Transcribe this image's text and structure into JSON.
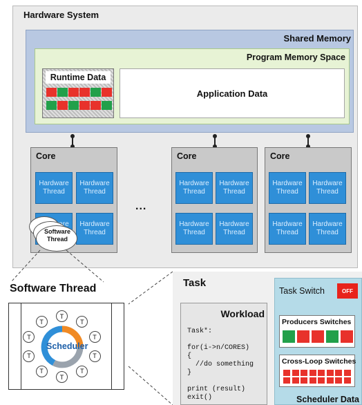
{
  "hardware_system": {
    "title": "Hardware System",
    "shared_memory": {
      "title": "Shared Memory",
      "program_memory_space": {
        "title": "Program Memory Space",
        "runtime_data": {
          "title": "Runtime Data",
          "cells": [
            [
              "#e8322b",
              "#22a04a",
              "#e8322b",
              "#e8322b",
              "#22a04a",
              "#e8322b"
            ],
            [
              "#22a04a",
              "#e8322b",
              "#22a04a",
              "#e8322b",
              "#e8322b",
              "#22a04a"
            ]
          ]
        },
        "application_data": "Application Data"
      }
    },
    "cores": [
      {
        "label": "Core",
        "threads": [
          "Hardware Thread",
          "Hardware Thread",
          "Hardware Thread",
          "Hardware Thread"
        ]
      },
      {
        "label": "Core",
        "threads": [
          "Hardware Thread",
          "Hardware Thread",
          "Hardware Thread",
          "Hardware Thread"
        ]
      },
      {
        "label": "Core",
        "threads": [
          "Hardware Thread",
          "Hardware Thread",
          "Hardware Thread",
          "Hardware Thread"
        ]
      }
    ],
    "ellipsis": "...",
    "software_thread_cloud": "Software Thread"
  },
  "software_thread": {
    "title": "Software Thread",
    "scheduler_label": "Scheduler",
    "task_node": "T"
  },
  "task": {
    "title": "Task",
    "workload": {
      "title": "Workload",
      "code": "Task*:\n\nfor(i->n/CORES)\n{\n  //do something\n}\n\nprint (result)\nexit()"
    },
    "scheduler_data": {
      "task_switch_label": "Task Switch",
      "task_switch_state": "OFF",
      "producers_label": "Producers Switches",
      "producers": [
        "#22a04a",
        "#e8322b",
        "#e8322b",
        "#22a04a",
        "#e8322b"
      ],
      "cross_loop_label": "Cross-Loop Switches",
      "cross_loop_count": 8,
      "label": "Scheduler Data"
    }
  },
  "colors": {
    "thread_blue": "#2f8fd8",
    "switch_red": "#e8322b",
    "switch_green": "#22a04a"
  }
}
